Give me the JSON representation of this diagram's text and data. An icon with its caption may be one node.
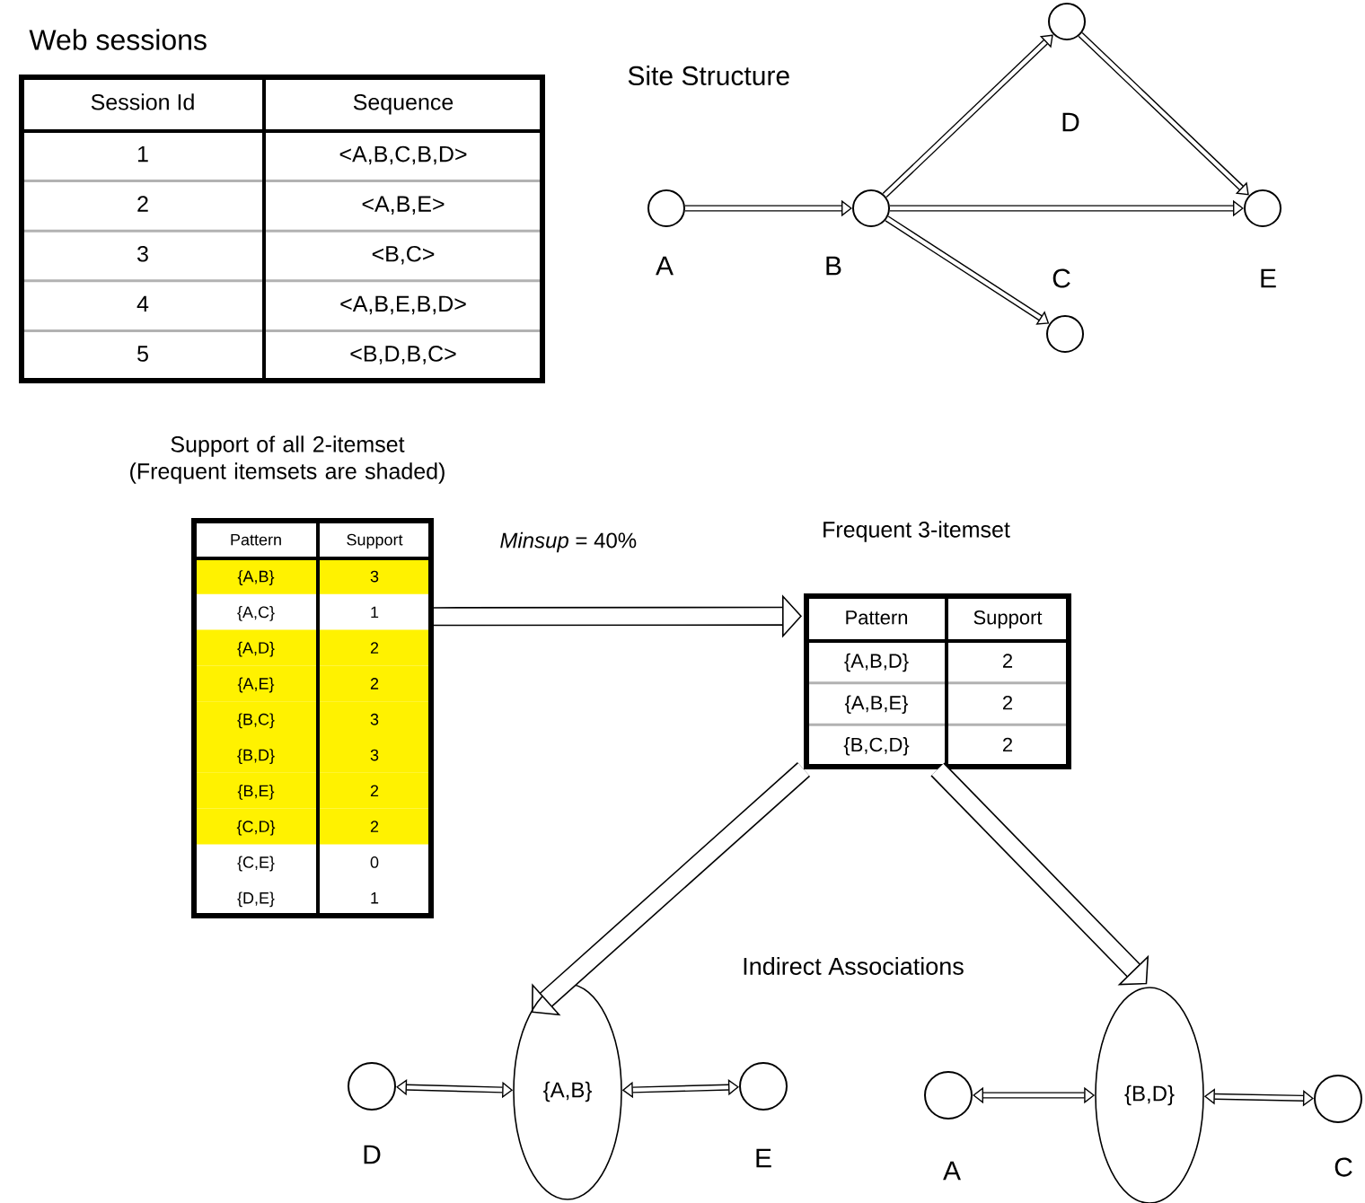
{
  "diagram": {
    "nodes": [
      {
        "text": [
          "Web sessions",
          "Session Id",
          "Sequence",
          "1",
          "<A,B,C,B,D>",
          "2",
          "<A,B,E>",
          "3",
          "<B,C>",
          "4",
          "<A,B,E,B,D>",
          "5",
          "<B,D,B,C>"
        ]
      },
      {
        "text": [],
        "shape": "circle",
        "beside": [
          "A"
        ]
      },
      {
        "text": [],
        "shape": "circle",
        "beside": [
          "B"
        ]
      },
      {
        "text": [],
        "shape": "circle",
        "beside": [
          "D"
        ]
      },
      {
        "text": [],
        "shape": "circle",
        "beside": [
          "C"
        ]
      },
      {
        "text": [],
        "shape": "circle",
        "beside": [
          "E"
        ]
      },
      {
        "text": [
          "Support of all 2-itemset (Frequent itemsets are shaded)",
          "Pattern",
          "Support",
          "{A,B}",
          "3",
          "{A,C}",
          "1",
          "{A,D}",
          "2",
          "{A,E}",
          "2",
          "{B,C}",
          "3",
          "{B,D}",
          "3",
          "{B,E}",
          "2",
          "{C,D}",
          "2",
          "{C,E}",
          "0",
          "{D,E}",
          "1"
        ]
      },
      {
        "text": [
          "Frequent 3-itemset",
          "Pattern",
          "Support",
          "{A,B,D}",
          "2",
          "{A,B,E}",
          "2",
          "{B,C,D}",
          "2"
        ]
      },
      {
        "text": [],
        "shape": "circle",
        "beside": [
          "D"
        ]
      },
      {
        "text": [
          "{A,B}"
        ]
      },
      {
        "text": [],
        "shape": "circle",
        "beside": [
          "E"
        ]
      },
      {
        "text": [],
        "shape": "circle",
        "beside": [
          "A"
        ]
      },
      {
        "text": [
          "{B,D}"
        ]
      },
      {
        "text": [],
        "shape": "circle",
        "beside": [
          "C"
        ]
      }
    ],
    "edges": [
      {
        "from": 1,
        "to": 2,
        "arrow": "to"
      },
      {
        "from": 2,
        "to": 3,
        "arrow": "to"
      },
      {
        "from": 2,
        "to": 5,
        "arrow": "to"
      },
      {
        "from": 2,
        "to": 4,
        "arrow": "to"
      },
      {
        "from": 3,
        "to": 5,
        "arrow": "to"
      },
      {
        "from": 6,
        "to": 7,
        "arrow": "to",
        "style": "thick"
      },
      {
        "from": 7,
        "to": 9,
        "arrow": "to",
        "style": "thick"
      },
      {
        "from": 7,
        "to": 12,
        "arrow": "to",
        "style": "thick"
      },
      {
        "from": 8,
        "to": 9,
        "arrow": "both"
      },
      {
        "from": 9,
        "to": 10,
        "arrow": "both"
      },
      {
        "from": 11,
        "to": 12,
        "arrow": "both"
      },
      {
        "from": 12,
        "to": 13,
        "arrow": "both"
      }
    ],
    "labels": [
      "Site Structure",
      "*Minsup* = 40%",
      "Indirect Associations"
    ]
  }
}
